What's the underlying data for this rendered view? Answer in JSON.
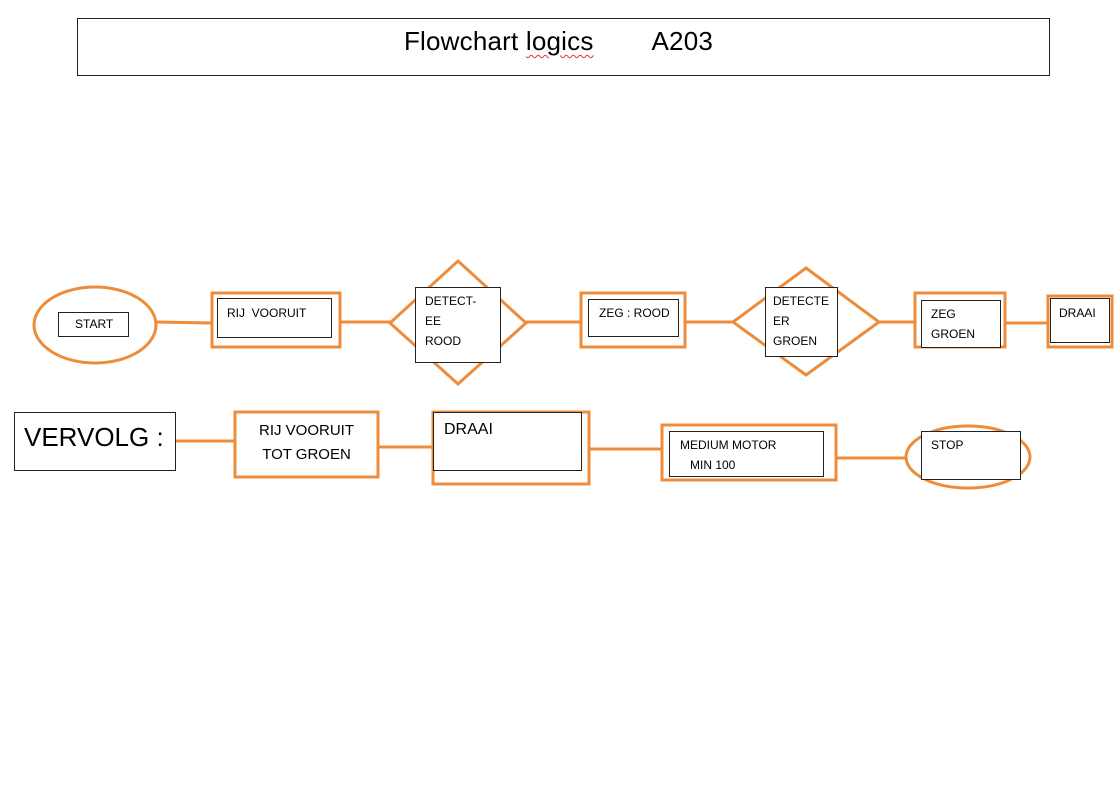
{
  "title": {
    "prefix": "Flowchart ",
    "squiggle": "logics",
    "suffix": "        A203"
  },
  "row1": {
    "start": "START",
    "rij_vooruit": "RIJ  VOORUIT",
    "detect_rood": "DETECT-\nEE\nROOD",
    "zeg_rood": "ZEG : ROOD",
    "detect_groen": "DETECTE\nER\nGROEN",
    "zeg_groen": "ZEG\nGROEN",
    "draai": "DRAAI"
  },
  "row2": {
    "vervolg": "VERVOLG :",
    "rij_tot_groen": "RIJ VOORUIT\nTOT GROEN",
    "draai": "DRAAI",
    "medium_motor": "MEDIUM MOTOR\n   MIN 100",
    "stop": "STOP"
  },
  "colors": {
    "connector": "#ed8c3a",
    "border": "#222222"
  }
}
